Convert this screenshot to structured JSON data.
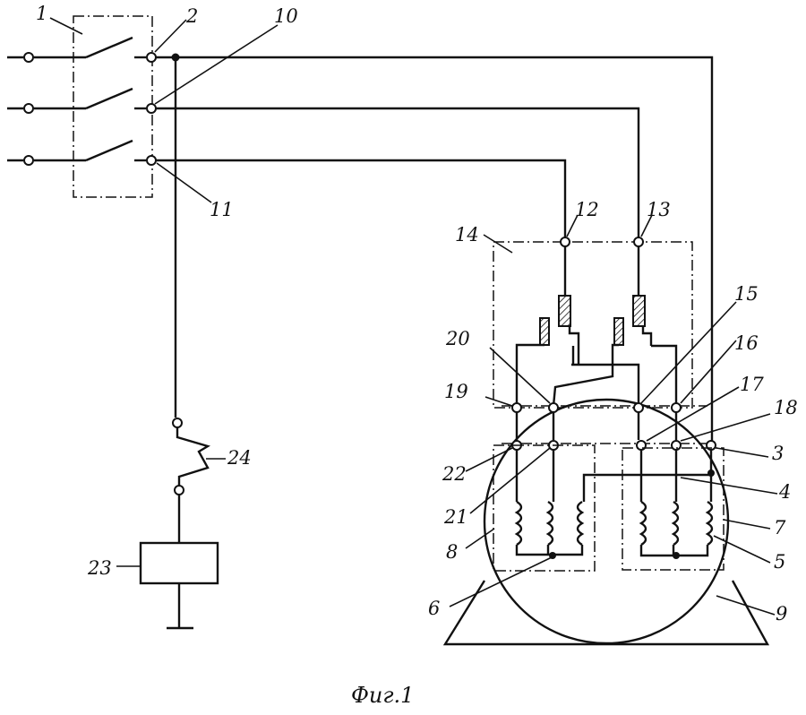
{
  "caption": "Фиг.1",
  "labels": [
    {
      "id": "1",
      "text": "1"
    },
    {
      "id": "2",
      "text": "2"
    },
    {
      "id": "10",
      "text": "10"
    },
    {
      "id": "11",
      "text": "11"
    },
    {
      "id": "12",
      "text": "12"
    },
    {
      "id": "13",
      "text": "13"
    },
    {
      "id": "14",
      "text": "14"
    },
    {
      "id": "15",
      "text": "15"
    },
    {
      "id": "16",
      "text": "16"
    },
    {
      "id": "17",
      "text": "17"
    },
    {
      "id": "18",
      "text": "18"
    },
    {
      "id": "19",
      "text": "19"
    },
    {
      "id": "20",
      "text": "20"
    },
    {
      "id": "21",
      "text": "21"
    },
    {
      "id": "22",
      "text": "22"
    },
    {
      "id": "3",
      "text": "3"
    },
    {
      "id": "4",
      "text": "4"
    },
    {
      "id": "5",
      "text": "5"
    },
    {
      "id": "6",
      "text": "6"
    },
    {
      "id": "7",
      "text": "7"
    },
    {
      "id": "8",
      "text": "8"
    },
    {
      "id": "9",
      "text": "9"
    },
    {
      "id": "23",
      "text": "23"
    },
    {
      "id": "24",
      "text": "24"
    }
  ]
}
